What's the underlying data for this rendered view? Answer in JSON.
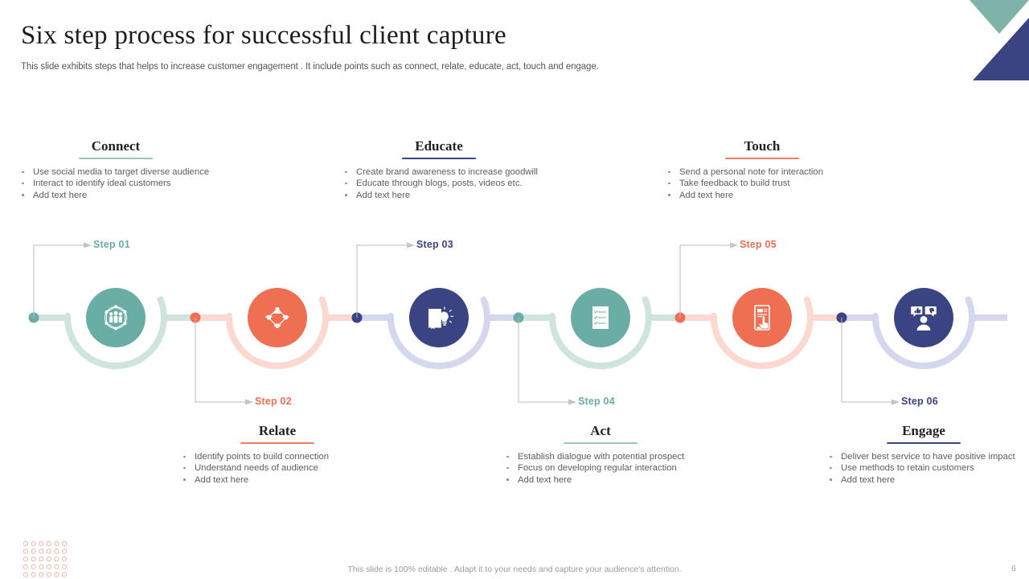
{
  "header": {
    "title": "Six step process for successful client capture",
    "subtitle": "This slide exhibits steps that helps to increase customer engagement . It include points such as connect, relate, educate, act, touch and engage."
  },
  "colors": {
    "teal": "#69ada5",
    "teal_light": "#cfe3df",
    "coral": "#ef6f52",
    "coral_light": "#fbd9d0",
    "navy": "#3b4483",
    "navy_light": "#d4d7ee",
    "grey_line": "#b9bbc0",
    "text_body": "#5c5d61",
    "heading": "#222226",
    "footer_text": "#9a9b9f"
  },
  "steps": [
    {
      "number": "Step 01",
      "heading": "Connect",
      "icon": "people-network-icon",
      "color": "#69ada5",
      "arc_color": "#cfe3df",
      "position": "top",
      "bullets": [
        "Use social media to target diverse audience",
        "Interact to  identify ideal customers",
        "Add text here"
      ]
    },
    {
      "number": "Step 02",
      "heading": "Relate",
      "icon": "connected-people-icon",
      "color": "#ef6f52",
      "arc_color": "#fbd9d0",
      "position": "bottom",
      "bullets": [
        "Identify points to build connection",
        "Understand needs of audience",
        "Add text here"
      ]
    },
    {
      "number": "Step 03",
      "heading": "Educate",
      "icon": "book-lightbulb-icon",
      "color": "#3b4483",
      "arc_color": "#d4d7ee",
      "position": "top",
      "bullets": [
        "Create brand awareness to increase goodwill",
        "Educate through blogs, posts, videos etc.",
        "Add text here"
      ]
    },
    {
      "number": "Step 04",
      "heading": "Act",
      "icon": "checklist-document-icon",
      "color": "#69ada5",
      "arc_color": "#cfe3df",
      "position": "bottom",
      "bullets": [
        "Establish dialogue with potential prospect",
        "Focus on developing regular interaction",
        "Add text here"
      ]
    },
    {
      "number": "Step 05",
      "heading": "Touch",
      "icon": "hand-touch-screen-icon",
      "color": "#ef6f52",
      "arc_color": "#fbd9d0",
      "position": "top",
      "bullets": [
        "Send a personal note for interaction",
        "Take feedback to build trust",
        "Add text here"
      ]
    },
    {
      "number": "Step 06",
      "heading": "Engage",
      "icon": "feedback-person-icon",
      "color": "#3b4483",
      "arc_color": "#d4d7ee",
      "position": "bottom",
      "bullets": [
        "Deliver best service to have positive impact",
        "Use methods to retain customers",
        "Add text here"
      ]
    }
  ],
  "footer": {
    "note": "This slide is 100% editable . Adapt it to your needs and capture your audience's attention.",
    "page_number": "6"
  }
}
